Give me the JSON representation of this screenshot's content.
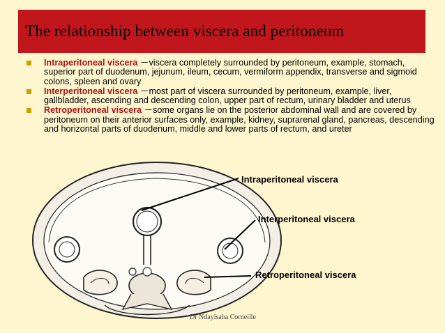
{
  "slide": {
    "title": "The relationship between viscera and peritoneum",
    "bullets": [
      {
        "term": "Intraperitoneal viscera",
        "dash": "－",
        "text": "viscera completely surrounded by peritoneum, example, stomach, superior part of duodenum, jejunum, ileum, cecum, vermiform appendix, transverse and sigmoid colons, spleen and ovary"
      },
      {
        "term": "Interperitoneal viscera",
        "dash": "－",
        "text": "most part of viscera surrounded by peritoneum, example, liver, gallbladder, ascending and descending colon, upper part of rectum, urinary bladder and uterus"
      },
      {
        "term": "Retroperitoneal viscera",
        "dash": "－",
        "text": "some organs lie on the posterior abdominal wall and are covered by peritoneum on their anterior surfaces only, example, kidney, suprarenal gland, pancreas, descending and horizontal parts of duodenum, middle and lower parts of rectum, and ureter"
      }
    ],
    "labels": {
      "intra": "Intraperitoneal viscera",
      "inter": "Interperitoneal viscera",
      "retro": "Retroperitoneal viscera"
    },
    "credit": "Dr Ndayisaba Corneille",
    "colors": {
      "background": "#fdf6cf",
      "header": "#c2161d",
      "bullet_term": "#b01016",
      "bullet_marker": "#c9a300"
    }
  }
}
